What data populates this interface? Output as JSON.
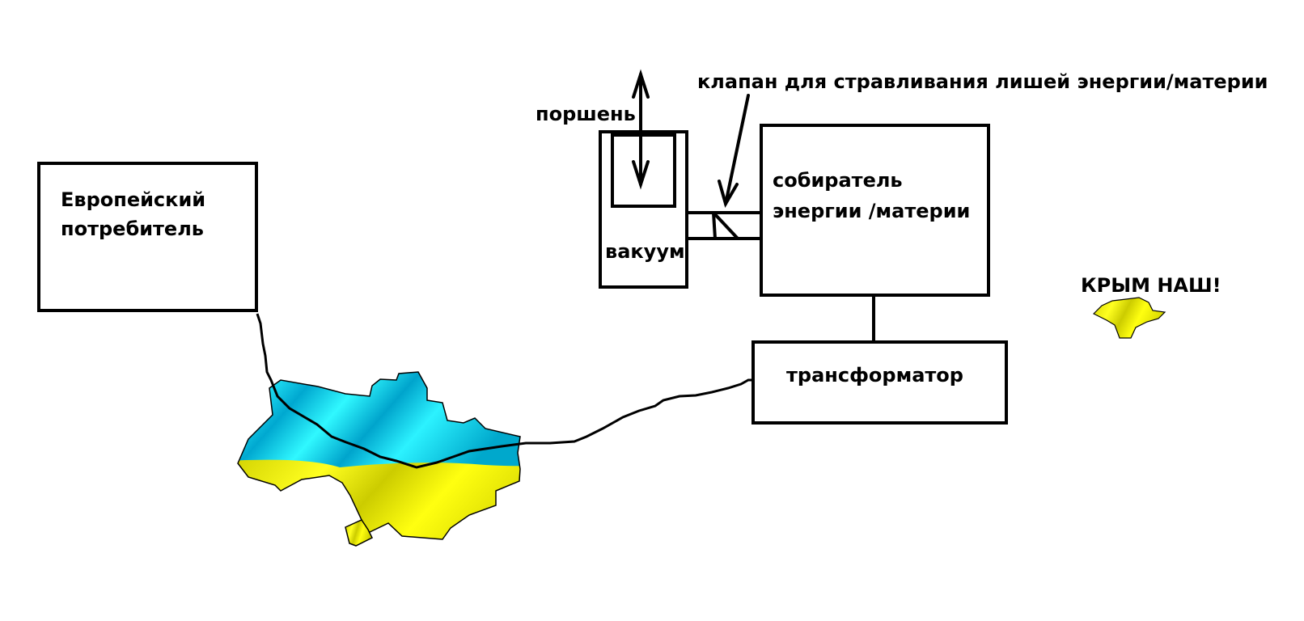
{
  "labels": {
    "european_consumer_line1": "Европейский",
    "european_consumer_line2": "потребитель",
    "piston": "поршень",
    "vacuum": "вакуум",
    "valve": "клапан для стравливания лишей энергии/материи",
    "collector_line1": "собиратель",
    "collector_line2": "энергии /материи",
    "transformer": "трансформатор",
    "crimea": "КРЫМ НАШ!"
  },
  "colors": {
    "flag_blue": "#1ad4f5",
    "flag_yellow": "#f0f000",
    "stroke": "#000000"
  }
}
